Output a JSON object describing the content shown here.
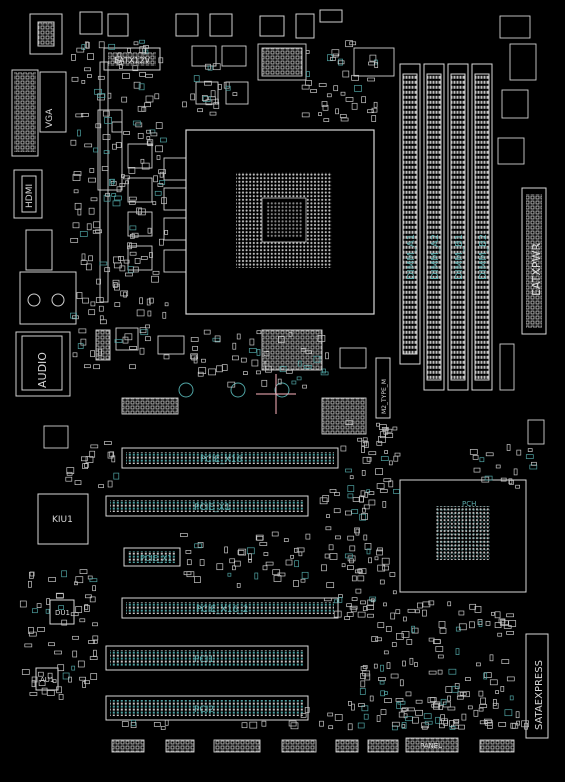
{
  "labels": {
    "eatx": "EATX12V",
    "atxpwr": "EATXPWR",
    "hdmi": "HDMI",
    "vga": "VGA",
    "audio": "AUDIO",
    "kiu": "KIU1",
    "du": "DU1",
    "au": "AU1",
    "m2": "M2_TYPE_M",
    "sataexpress": "SATAEXPRESS",
    "panel": "PANEL",
    "pcie_x16": "PCIE_X16",
    "pcie_x1_1": "PCIE_X1",
    "pcie_x1_2": "PCIE_X1",
    "pcie_x16_2": "PCIE_X16_2",
    "pci1": "PCI1",
    "pci2": "PCI2",
    "dimm_a1": "DIMM_A1",
    "dimm_a2": "DIMM_A2",
    "dimm_b1": "DIMM_B1",
    "dimm_b2": "DIMM_B2",
    "pch": "PCH"
  },
  "colors": {
    "background": "#000000",
    "outline": "#d0d0d0",
    "pad": "#c8c8c8",
    "via": "#4fa3a3",
    "marker": "#ffb6c1"
  }
}
